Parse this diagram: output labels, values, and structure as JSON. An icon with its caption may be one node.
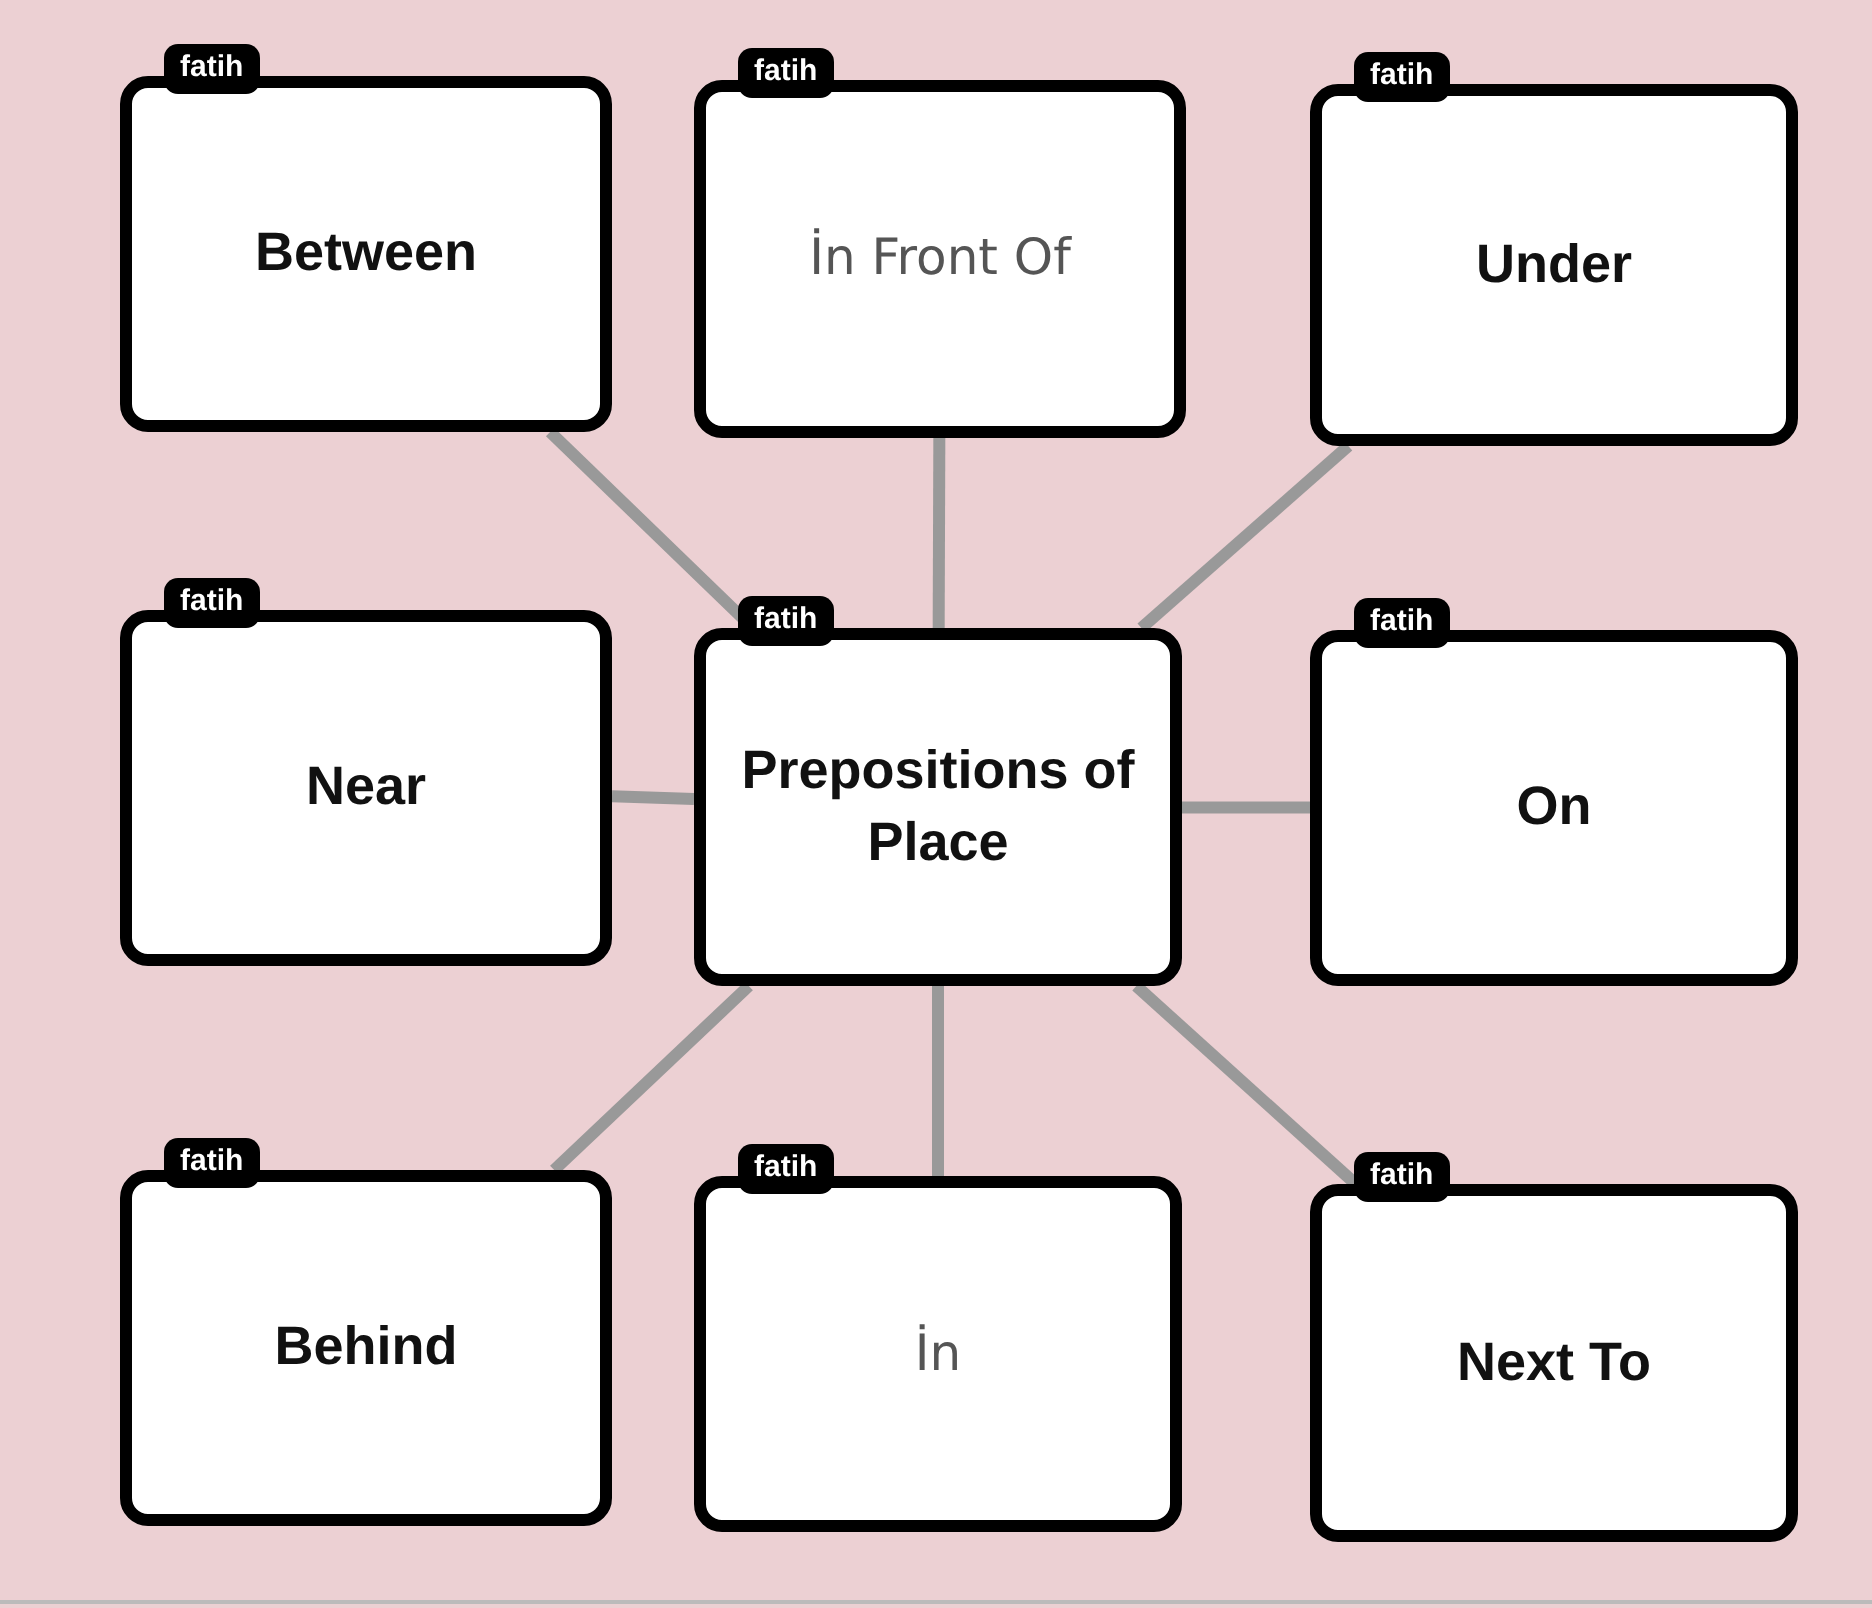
{
  "diagram": {
    "nodes": [
      {
        "text": [
          "fatih",
          "Between"
        ]
      },
      {
        "text": [
          "fatih",
          "İn Front Of"
        ]
      },
      {
        "text": [
          "fatih",
          "Under"
        ]
      },
      {
        "text": [
          "fatih",
          "Near"
        ]
      },
      {
        "text": [
          "fatih",
          "Prepositions of Place"
        ]
      },
      {
        "text": [
          "fatih",
          "On"
        ]
      },
      {
        "text": [
          "fatih",
          "Behind"
        ]
      },
      {
        "text": [
          "fatih",
          "İn"
        ]
      },
      {
        "text": [
          "fatih",
          "Next To"
        ]
      }
    ],
    "edges": [
      {
        "from": 4,
        "to": 0,
        "arrow": "none"
      },
      {
        "from": 4,
        "to": 1,
        "arrow": "none"
      },
      {
        "from": 4,
        "to": 2,
        "arrow": "none"
      },
      {
        "from": 4,
        "to": 3,
        "arrow": "none"
      },
      {
        "from": 4,
        "to": 5,
        "arrow": "none"
      },
      {
        "from": 4,
        "to": 6,
        "arrow": "none"
      },
      {
        "from": 4,
        "to": 7,
        "arrow": "none"
      },
      {
        "from": 4,
        "to": 8,
        "arrow": "none"
      }
    ]
  }
}
